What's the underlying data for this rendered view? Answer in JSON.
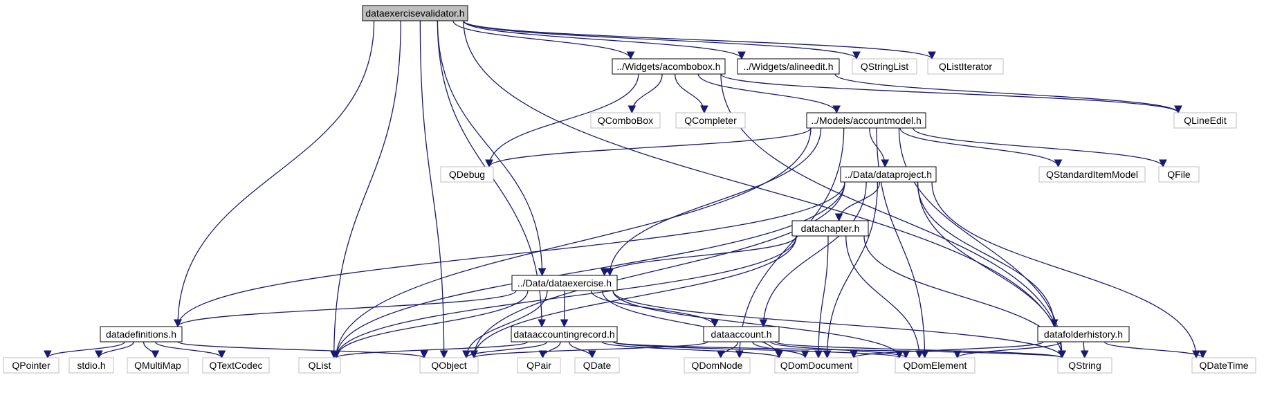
{
  "graph": {
    "root": "dataexercisevalidator.h",
    "colors": {
      "edge": "#191970",
      "root_fill": "#bfbfbf",
      "box_border": "#000000",
      "external_border": "#bfbfbf",
      "text": "#000000"
    },
    "nodes": {
      "root": "dataexercisevalidator.h",
      "acombobox": "../Widgets/acombobox.h",
      "alineedit": "../Widgets/alineedit.h",
      "qstringlist": "QStringList",
      "qlistiterator": "QListIterator",
      "qcombobox": "QComboBox",
      "qcompleter": "QCompleter",
      "accountmodel": "../Models/accountmodel.h",
      "qlineedit": "QLineEdit",
      "qdebug": "QDebug",
      "dataproject": "../Data/dataproject.h",
      "qstandarditemmodel": "QStandardItemModel",
      "qfile": "QFile",
      "datachapter": "datachapter.h",
      "dataexercise": "../Data/dataexercise.h",
      "datadefinitions": "datadefinitions.h",
      "dataaccountingrecord": "dataaccountingrecord.h",
      "dataaccount": "dataaccount.h",
      "datafolderhistory": "datafolderhistory.h",
      "qpointer": "QPointer",
      "stdio": "stdio.h",
      "qmultimap": "QMultiMap",
      "qtextcodec": "QTextCodec",
      "qlist": "QList",
      "qobject": "QObject",
      "qpair": "QPair",
      "qdate": "QDate",
      "qdomnode": "QDomNode",
      "qdomdocument": "QDomDocument",
      "qdomelement": "QDomElement",
      "qstring": "QString",
      "qdatetime": "QDateTime"
    },
    "edges": [
      [
        "root",
        "acombobox"
      ],
      [
        "root",
        "alineedit"
      ],
      [
        "root",
        "qstringlist"
      ],
      [
        "root",
        "qlistiterator"
      ],
      [
        "root",
        "datadefinitions"
      ],
      [
        "root",
        "qlist"
      ],
      [
        "root",
        "qobject"
      ],
      [
        "root",
        "dataaccountingrecord"
      ],
      [
        "root",
        "dataexercise"
      ],
      [
        "root",
        "qstring"
      ],
      [
        "acombobox",
        "qcombobox"
      ],
      [
        "acombobox",
        "qcompleter"
      ],
      [
        "acombobox",
        "accountmodel"
      ],
      [
        "acombobox",
        "qdebug"
      ],
      [
        "acombobox",
        "qlineedit"
      ],
      [
        "acombobox",
        "qstring"
      ],
      [
        "alineedit",
        "qlineedit"
      ],
      [
        "accountmodel",
        "qdebug"
      ],
      [
        "accountmodel",
        "dataproject"
      ],
      [
        "accountmodel",
        "qstandarditemmodel"
      ],
      [
        "accountmodel",
        "qfile"
      ],
      [
        "accountmodel",
        "dataexercise"
      ],
      [
        "accountmodel",
        "qlist"
      ],
      [
        "accountmodel",
        "qdomnode"
      ],
      [
        "accountmodel",
        "qdomelement"
      ],
      [
        "accountmodel",
        "qstring"
      ],
      [
        "dataproject",
        "datachapter"
      ],
      [
        "dataproject",
        "datadefinitions"
      ],
      [
        "dataproject",
        "qlist"
      ],
      [
        "dataproject",
        "qobject"
      ],
      [
        "dataproject",
        "dataaccount"
      ],
      [
        "dataproject",
        "qdomdocument"
      ],
      [
        "dataproject",
        "datafolderhistory"
      ],
      [
        "dataproject",
        "qstring"
      ],
      [
        "dataproject",
        "qdatetime"
      ],
      [
        "datachapter",
        "dataexercise"
      ],
      [
        "datachapter",
        "qlist"
      ],
      [
        "datachapter",
        "qobject"
      ],
      [
        "datachapter",
        "qdomdocument"
      ],
      [
        "datachapter",
        "qdomelement"
      ],
      [
        "datachapter",
        "qstring"
      ],
      [
        "dataexercise",
        "datadefinitions"
      ],
      [
        "dataexercise",
        "qlist"
      ],
      [
        "dataexercise",
        "qobject"
      ],
      [
        "dataexercise",
        "dataaccountingrecord"
      ],
      [
        "dataexercise",
        "dataaccount"
      ],
      [
        "dataexercise",
        "qdomdocument"
      ],
      [
        "dataexercise",
        "qdomelement"
      ],
      [
        "dataexercise",
        "qstring"
      ],
      [
        "datadefinitions",
        "qpointer"
      ],
      [
        "datadefinitions",
        "stdio"
      ],
      [
        "datadefinitions",
        "qmultimap"
      ],
      [
        "datadefinitions",
        "qtextcodec"
      ],
      [
        "datadefinitions",
        "qobject"
      ],
      [
        "dataaccountingrecord",
        "qlist"
      ],
      [
        "dataaccountingrecord",
        "qobject"
      ],
      [
        "dataaccountingrecord",
        "qpair"
      ],
      [
        "dataaccountingrecord",
        "qdate"
      ],
      [
        "dataaccountingrecord",
        "qdomdocument"
      ],
      [
        "dataaccountingrecord",
        "qdomelement"
      ],
      [
        "dataaccountingrecord",
        "qstring"
      ],
      [
        "dataaccount",
        "qobject"
      ],
      [
        "dataaccount",
        "qdomnode"
      ],
      [
        "dataaccount",
        "qdomdocument"
      ],
      [
        "dataaccount",
        "qdomelement"
      ],
      [
        "dataaccount",
        "qstring"
      ],
      [
        "datafolderhistory",
        "qdomdocument"
      ],
      [
        "datafolderhistory",
        "qdomelement"
      ],
      [
        "datafolderhistory",
        "qstring"
      ],
      [
        "datafolderhistory",
        "qdatetime"
      ]
    ]
  }
}
